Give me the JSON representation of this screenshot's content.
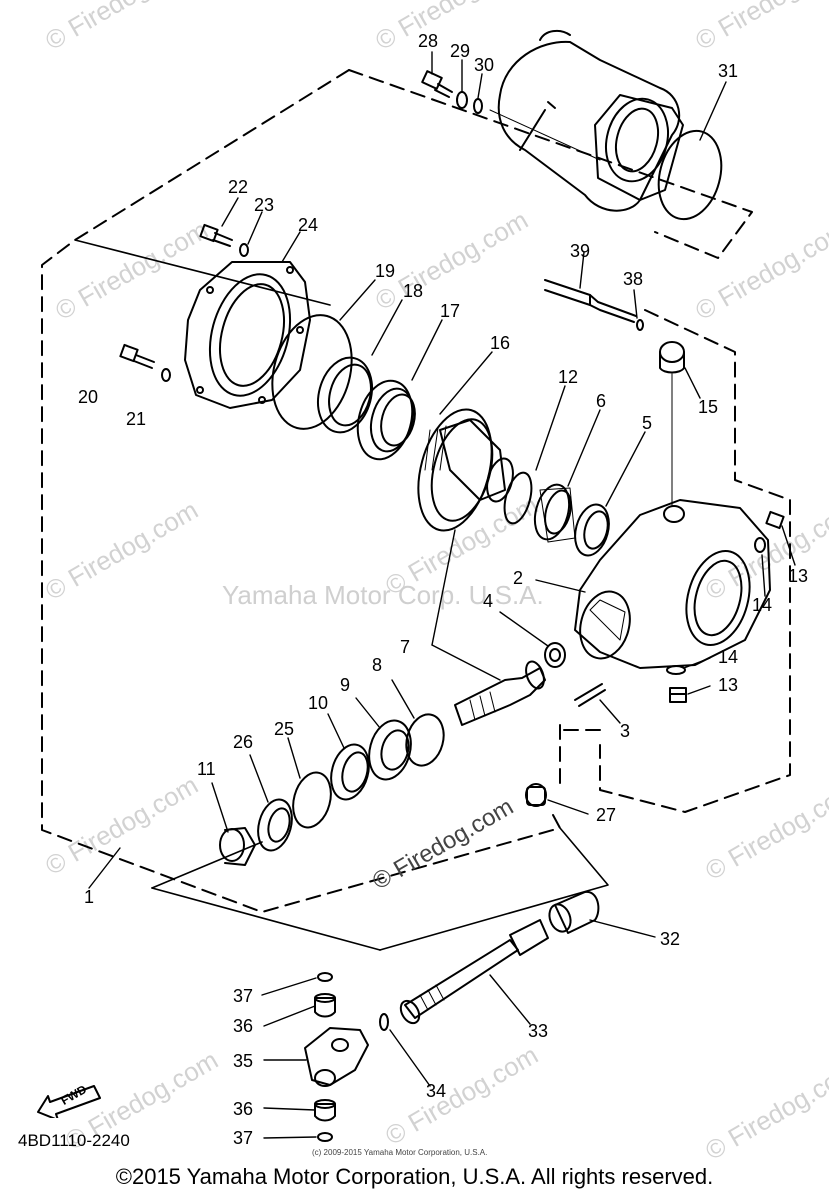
{
  "watermarks": {
    "site": "© Firedog.com",
    "center": "Yamaha Motor Corp. U.S.A.",
    "mid": "© Firedog.com"
  },
  "callouts": {
    "c1": "1",
    "c2": "2",
    "c3": "3",
    "c4": "4",
    "c5": "5",
    "c6": "6",
    "c7": "7",
    "c8": "8",
    "c9": "9",
    "c10": "10",
    "c11": "11",
    "c12": "12",
    "c13a": "13",
    "c13b": "13",
    "c14a": "14",
    "c14b": "14",
    "c15": "15",
    "c16": "16",
    "c17": "17",
    "c18": "18",
    "c19": "19",
    "c20": "20",
    "c21": "21",
    "c22": "22",
    "c23": "23",
    "c24": "24",
    "c25": "25",
    "c26": "26",
    "c27": "27",
    "c28": "28",
    "c29": "29",
    "c30": "30",
    "c31": "31",
    "c32": "32",
    "c33": "33",
    "c34": "34",
    "c35": "35",
    "c36a": "36",
    "c36b": "36",
    "c37a": "37",
    "c37b": "37",
    "c38": "38",
    "c39": "39"
  },
  "fwd_label": "FWD",
  "diagram_code": "4BD1110-2240",
  "small_copyright": "(c) 2009-2015 Yamaha Motor Corporation, U.S.A.",
  "footer": "©2015 Yamaha Motor Corporation, U.S.A. All rights reserved."
}
